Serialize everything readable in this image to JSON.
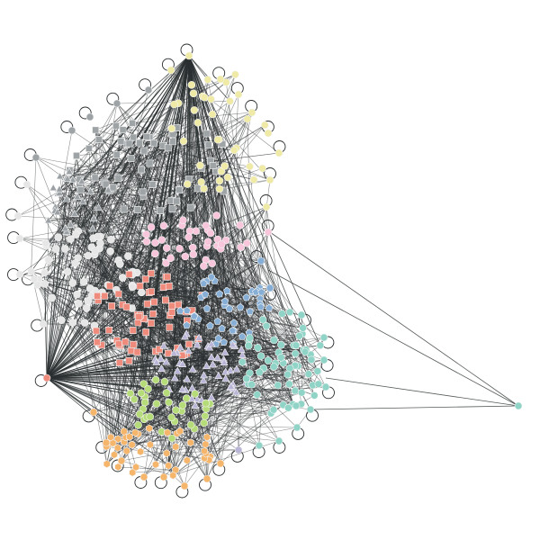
{
  "graph": {
    "background": "#ffffff",
    "edge_color": "#2b2f31",
    "groups": [
      {
        "id": "gray-square",
        "shape": "square",
        "color": "#9ea3a6",
        "count": 58
      },
      {
        "id": "yellow-circle",
        "shape": "circle",
        "color": "#efeaa6",
        "count": 34
      },
      {
        "id": "gray-triangle",
        "shape": "triangle",
        "color": "#9aa0a4",
        "count": 26
      },
      {
        "id": "white-circle",
        "shape": "circle",
        "color": "#e6e6e6",
        "count": 56
      },
      {
        "id": "pink-circle",
        "shape": "circle",
        "color": "#f7c6da",
        "count": 36
      },
      {
        "id": "salmon-square",
        "shape": "square",
        "color": "#ef8b7c",
        "count": 62
      },
      {
        "id": "blue-pentagon",
        "shape": "pentagon",
        "color": "#87afd6",
        "count": 44
      },
      {
        "id": "lavender-triangle",
        "shape": "triangle",
        "color": "#b9b5d6",
        "count": 58
      },
      {
        "id": "teal-circle",
        "shape": "circle",
        "color": "#8fd4c6",
        "count": 58
      },
      {
        "id": "green-circle",
        "shape": "circle",
        "color": "#b6db79",
        "count": 34
      },
      {
        "id": "orange-hexagon",
        "shape": "hexagon",
        "color": "#f5b56b",
        "count": 42
      }
    ],
    "outlier_node": {
      "shape": "circle",
      "color": "#8fd4c6"
    },
    "self_loops": true
  }
}
